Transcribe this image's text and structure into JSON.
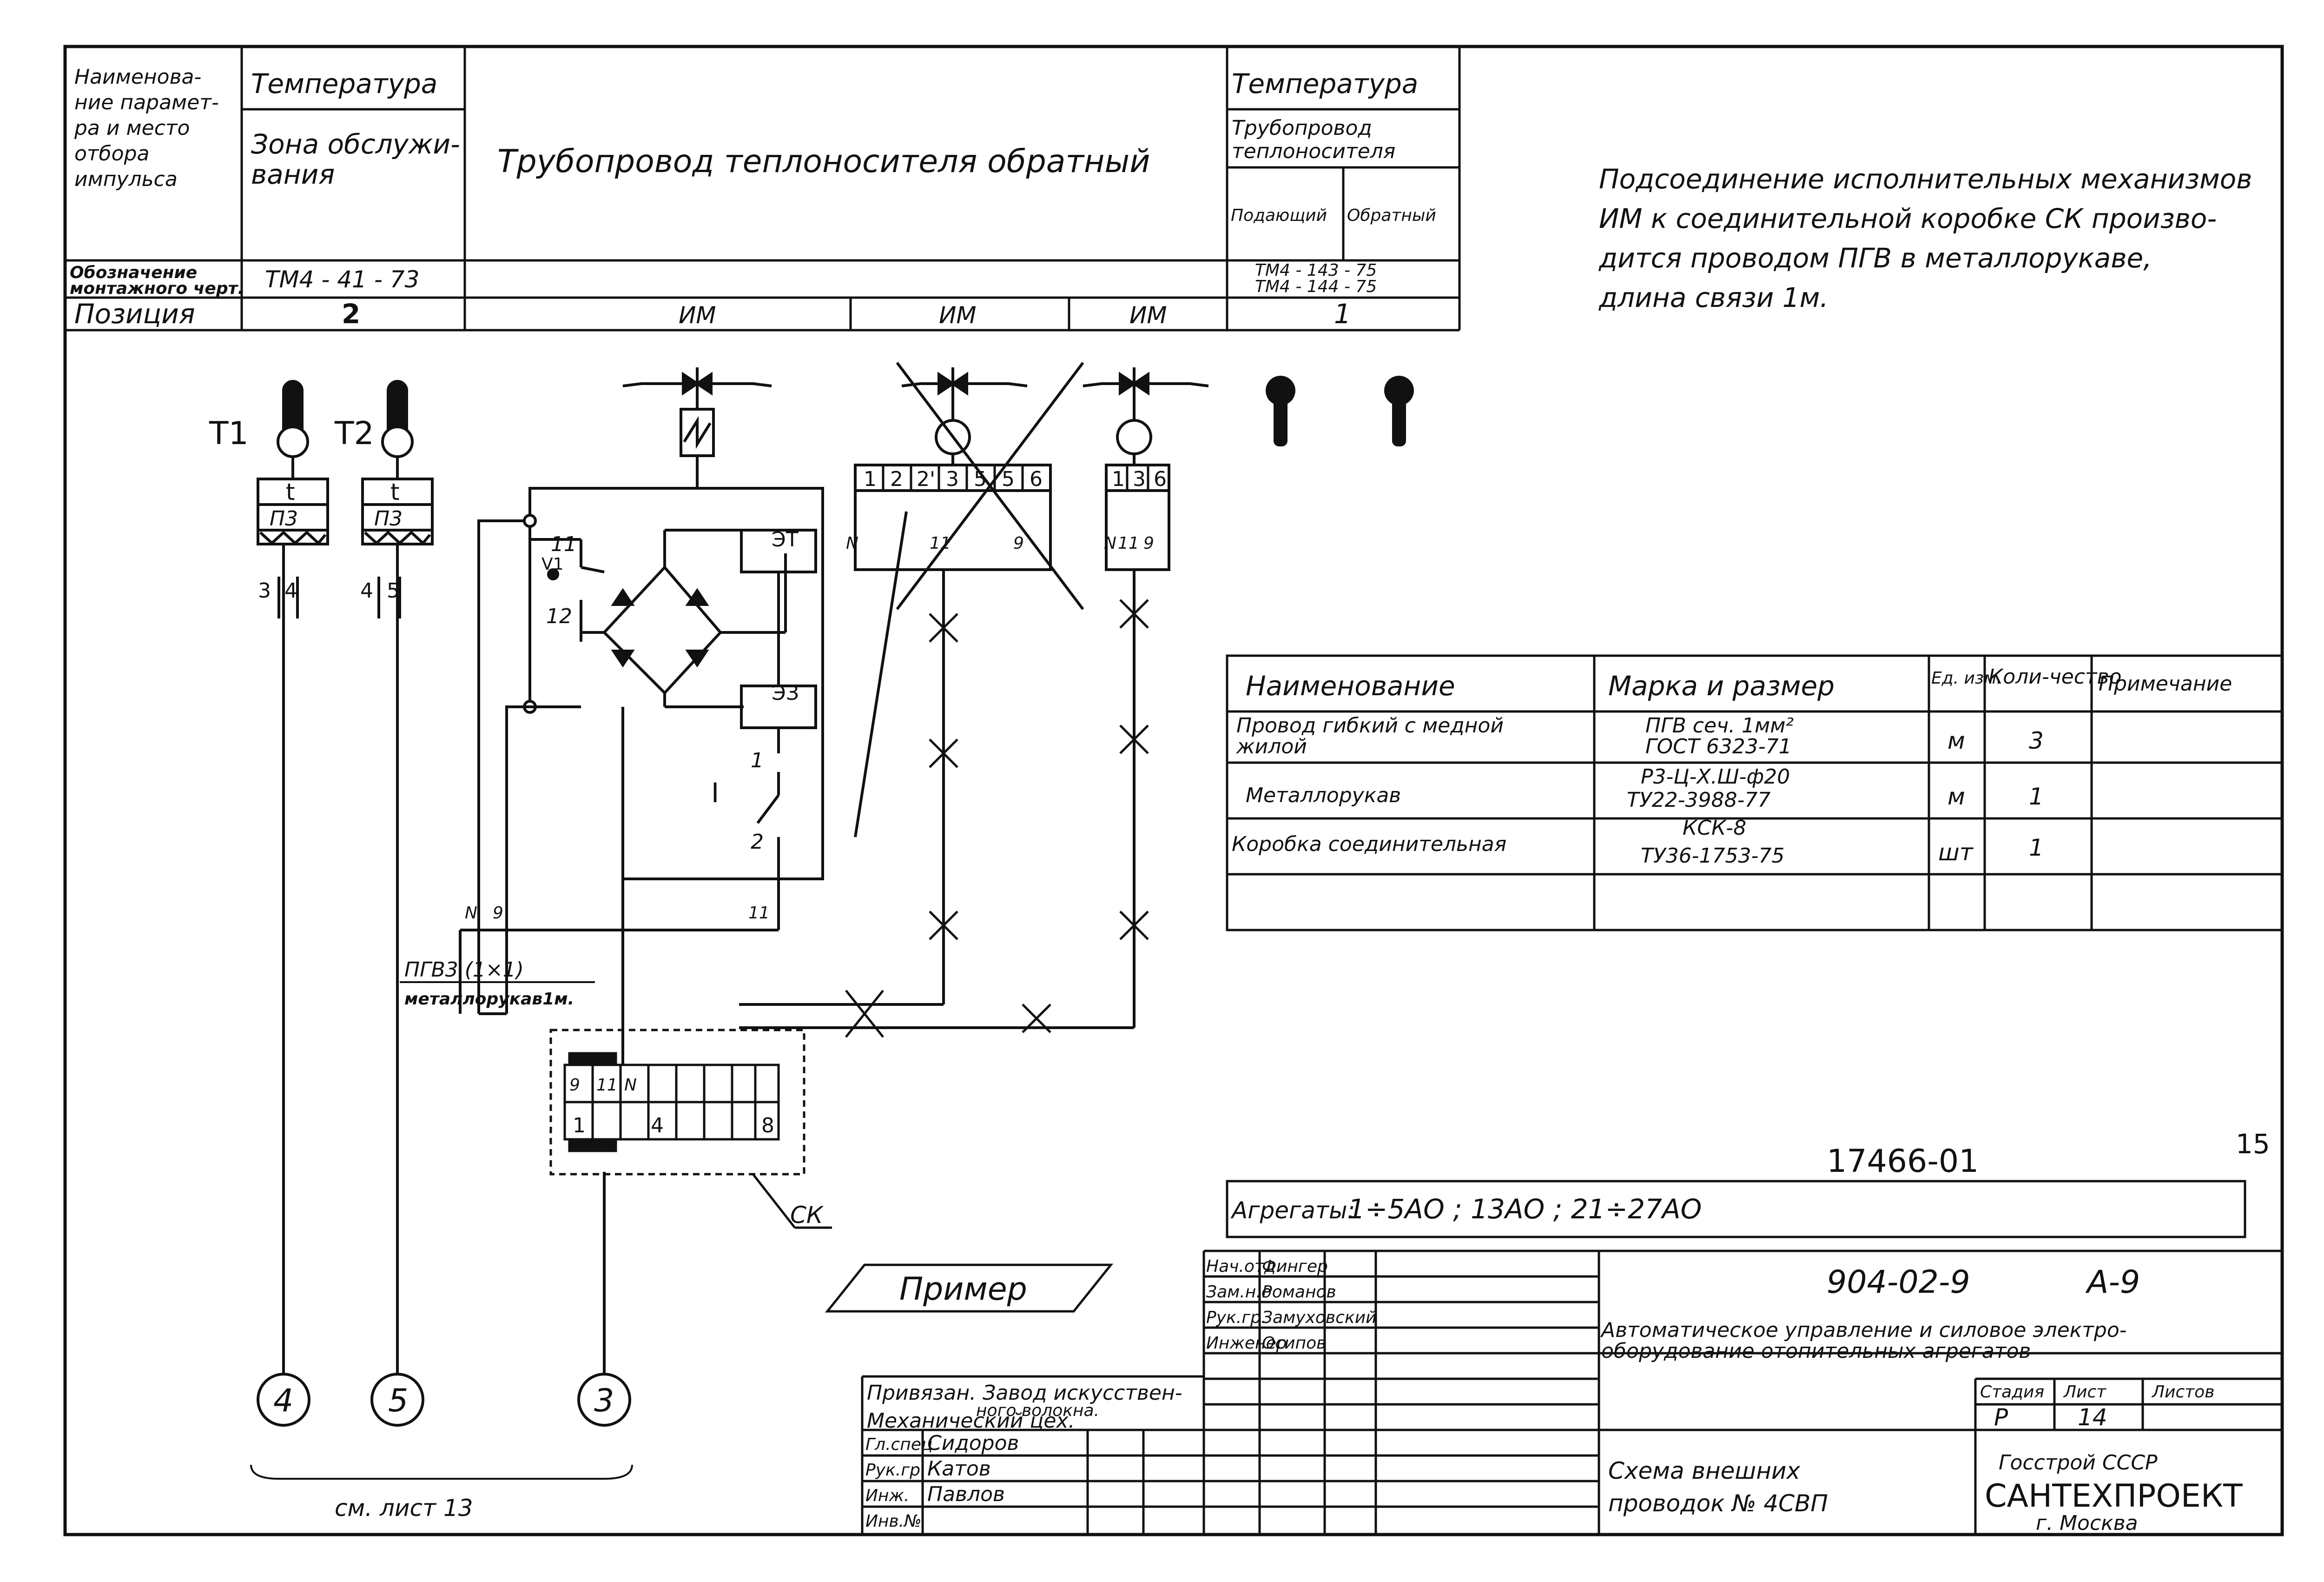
{
  "header_table": {
    "param_label": "Наименова-ние парамет-ра и место отбора импульса",
    "param_label_lines": [
      "Наименова-",
      "ние парамет-",
      "ра и место",
      "отбора",
      "импульса"
    ],
    "col_temp1": "Температура",
    "col_zone": "Зона обслужи-вания",
    "col_zone_lines": [
      "Зона обслужи-",
      "вания"
    ],
    "col_pipeline_return": "Трубопровод теплоносителя обратный",
    "col_temp2": "Температура",
    "col_pipeline_heat": "Трубопровод теплоносителя",
    "col_pipeline_heat_lines": [
      "Трубопровод",
      "теплоносителя"
    ],
    "col_supply": "Подающий",
    "col_return": "Обратный",
    "drawing_label": "Обозначение монтажного черт.",
    "drawing_label_lines": [
      "Обозначение",
      "монтажного черт."
    ],
    "drawing_temp": "ТМ4 - 41 - 73",
    "drawing_temp2_lines": [
      "ТМ4 - 143 - 75",
      "ТМ4 - 144 - 75"
    ],
    "position_label": "Позиция",
    "position_temp": "2",
    "pos_im1": "ИМ",
    "pos_im2": "ИМ",
    "pos_im3": "ИМ",
    "position_temp2": "1"
  },
  "note_lines": [
    "Подсоединение исполнительных механизмов",
    "ИМ к соединительной коробке СК произво-",
    "дится проводом ПГВ в металлорукаве,",
    "длина связи 1м."
  ],
  "diagram": {
    "t1": "Т1",
    "t2": "Т2",
    "t_symbol": "t",
    "p3": "П3",
    "w1a": "3",
    "w1b": "4",
    "w2a": "4",
    "w2b": "5",
    "et": "ЭТ",
    "ez": "ЭЗ",
    "v1": "V1",
    "sw_label": "I",
    "n11": "11",
    "n12": "12",
    "n1": "1",
    "n2": "2",
    "n11b": "11",
    "ctrl_n": "N",
    "ctrl_9": "9",
    "terminals_left": [
      "1",
      "2",
      "2'",
      "3",
      "5",
      "5",
      "6"
    ],
    "terminals_right": [
      "1",
      "3",
      "6"
    ],
    "im_left_n": "N",
    "im_left_11": "11",
    "im_left_9": "9",
    "im_right_n": "N",
    "im_right_11": "11",
    "im_right_9": "9",
    "cable_label": "ПГВ3 (1×1)",
    "cable_label2": "металлорукав1м.",
    "ck_top": [
      "9",
      "11",
      "N"
    ],
    "ck_bottom": [
      "1",
      "4",
      "8"
    ],
    "ck_label": "СК",
    "circle_4": "4",
    "circle_5": "5",
    "circle_3": "3",
    "see_sheet": "см. лист 13",
    "primer": "Пример"
  },
  "spec_table": {
    "headers": [
      "Наименование",
      "Марка и размер",
      "Ед. изм.",
      "Коли-чество",
      "Примечание"
    ],
    "rows": [
      {
        "name": [
          "Провод гибкий с медной",
          "жилой"
        ],
        "mark": [
          "ПГВ сеч. 1мм²",
          "ГОСТ 6323-71"
        ],
        "unit": "м",
        "qty": "3",
        "note": ""
      },
      {
        "name": [
          "Металлорукав"
        ],
        "mark": [
          "Р3-Ц-Х.Ш-ф20",
          "ТУ22-3988-77"
        ],
        "unit": "м",
        "qty": "1",
        "note": ""
      },
      {
        "name": [
          "Коробка соединительная"
        ],
        "mark": [
          "КСК-8",
          "ТУ36-1753-75"
        ],
        "unit": "шт",
        "qty": "1",
        "note": ""
      }
    ]
  },
  "title_block": {
    "doc_code": "17466-01",
    "page_num": "15",
    "aggregates_label": "Агрегаты:",
    "aggregates_value": "1÷5АО ; 13АО ; 21÷27АО",
    "project_number": "904-02-9",
    "album": "А-9",
    "sig_roles": [
      "Нач.отд.",
      "Зам.н.о",
      "Рук.гр.",
      "Инженер"
    ],
    "sig_names": [
      "Фингер",
      "Романов",
      "Замуховский",
      "Осипов"
    ],
    "project_title_lines": [
      "Автоматическое управление и силовое электро-",
      "оборудование отопительных агрегатов"
    ],
    "stage_label": "Стадия",
    "sheet_label": "Лист",
    "sheets_label": "Листов",
    "stage_value": "Р",
    "sheet_value": "14",
    "drawing_name_lines": [
      "Схема внешних",
      "проводок № 4СВП"
    ],
    "org_line1": "Госстрой СССР",
    "org_line2": "САНТЕХПРОЕКТ",
    "org_line3": "г. Москва",
    "binding_lines": [
      "Привязан. Завод искусствен-",
      "ного волокна.",
      "Механический цех."
    ],
    "bind_roles": [
      "Гл.спец",
      "Рук.гр.",
      "Инж.",
      "Инв.№"
    ],
    "bind_names": [
      "Сидоров",
      "Катов",
      "Павлов",
      ""
    ]
  }
}
